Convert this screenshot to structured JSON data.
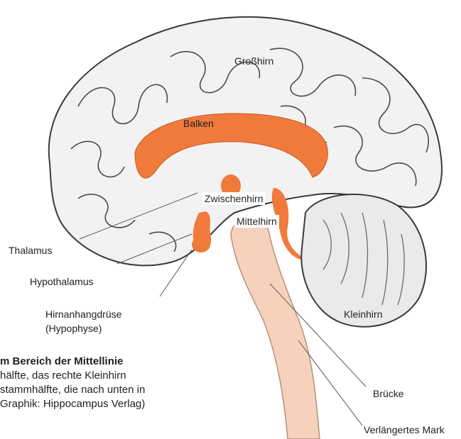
{
  "labels": {
    "grosshirn": "Großhirn",
    "balken": "Balken",
    "zwischenhirn": "Zwischenhirn",
    "mittelhirn": "Mittelhirn",
    "thalamus": "Thalamus",
    "hypothalamus": "Hypothalamus",
    "hirnanhangdruese": "Hirnanhangdrüse",
    "hypophyse": "(Hypophyse)",
    "kleinhirn": "Kleinhirn",
    "bruecke": "Brücke",
    "verlaengertes_mark": "Verlängertes Mark"
  },
  "caption": {
    "title": "m Bereich der Mittellinie",
    "line1": "hälfte, das rechte Kleinhirn",
    "line2": "stammhälfte, die nach unten in",
    "line3": "Graphik: Hippocampus Verlag)"
  },
  "colors": {
    "highlight_orange": "#f07a3c",
    "brainstem_peach": "#f6d2bd",
    "brain_line": "#3a3a3a",
    "fold_fill": "#f2f2f2"
  }
}
